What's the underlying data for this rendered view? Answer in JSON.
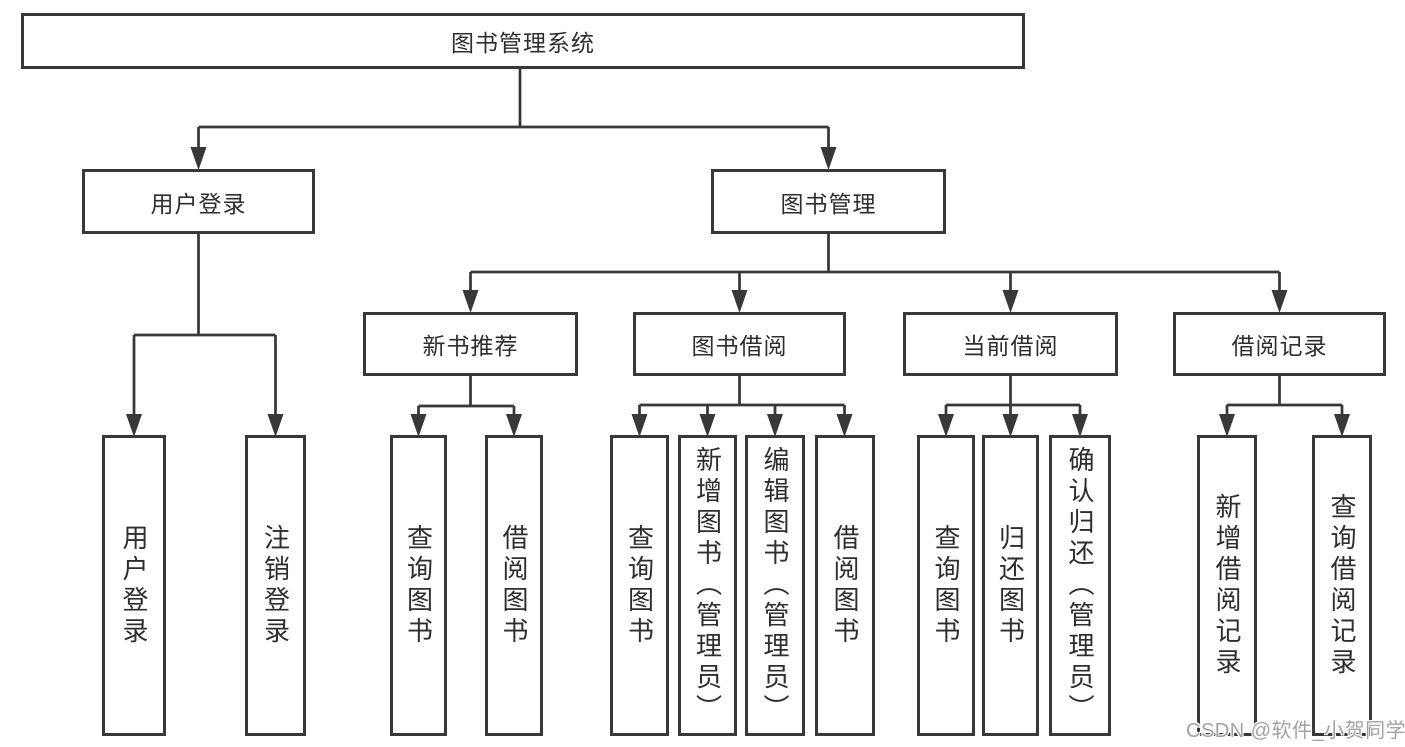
{
  "diagram": {
    "root": "图书管理系统",
    "level2": [
      "用户登录",
      "图书管理"
    ],
    "level3": [
      "新书推荐",
      "图书借阅",
      "当前借阅",
      "借阅记录"
    ],
    "leaves": {
      "user_login": [
        "用户登录",
        "注销登录"
      ],
      "new_books": [
        "查询图书",
        "借阅图书"
      ],
      "book_borrow": [
        "查询图书",
        "新增图书（管理员）",
        "编辑图书（管理员）",
        "借阅图书"
      ],
      "current_borrow": [
        "查询图书",
        "归还图书",
        "确认归还（管理员）"
      ],
      "borrow_records": [
        "新增借阅记录",
        "查询借阅记录"
      ]
    }
  },
  "watermark": "CSDN @软件_小贺同学",
  "colors": {
    "line": "#383838",
    "box_fill": "#ffffff",
    "text": "#2e2e2e",
    "watermark": "#a3a3a3"
  }
}
